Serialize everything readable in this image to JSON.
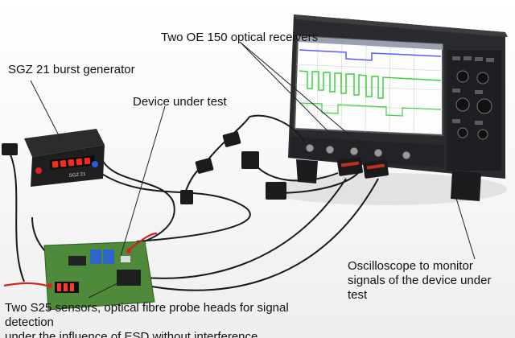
{
  "labels": {
    "receivers": "Two OE 150 optical receivers",
    "burst_generator": "SGZ 21 burst generator",
    "dut": "Device under test",
    "oscilloscope_line1": "Oscilloscope to monitor",
    "oscilloscope_line2": "signals of the device under test",
    "sensors_line1": "Two S25 sensors, optical fibre probe heads for signal detection",
    "sensors_line2": "under the influence of ESD without interference"
  },
  "device_text": {
    "generator_model": "SGZ 21"
  },
  "colors": {
    "label_text": "#111111",
    "leader_line": "#222222",
    "generator_display": "#ff2a1a",
    "pcb_green": "#4f8a3a",
    "scope_trace_green": "#3ad43a",
    "scope_trace_blue": "#5a5aff",
    "scope_body": "#2a2b2e"
  }
}
